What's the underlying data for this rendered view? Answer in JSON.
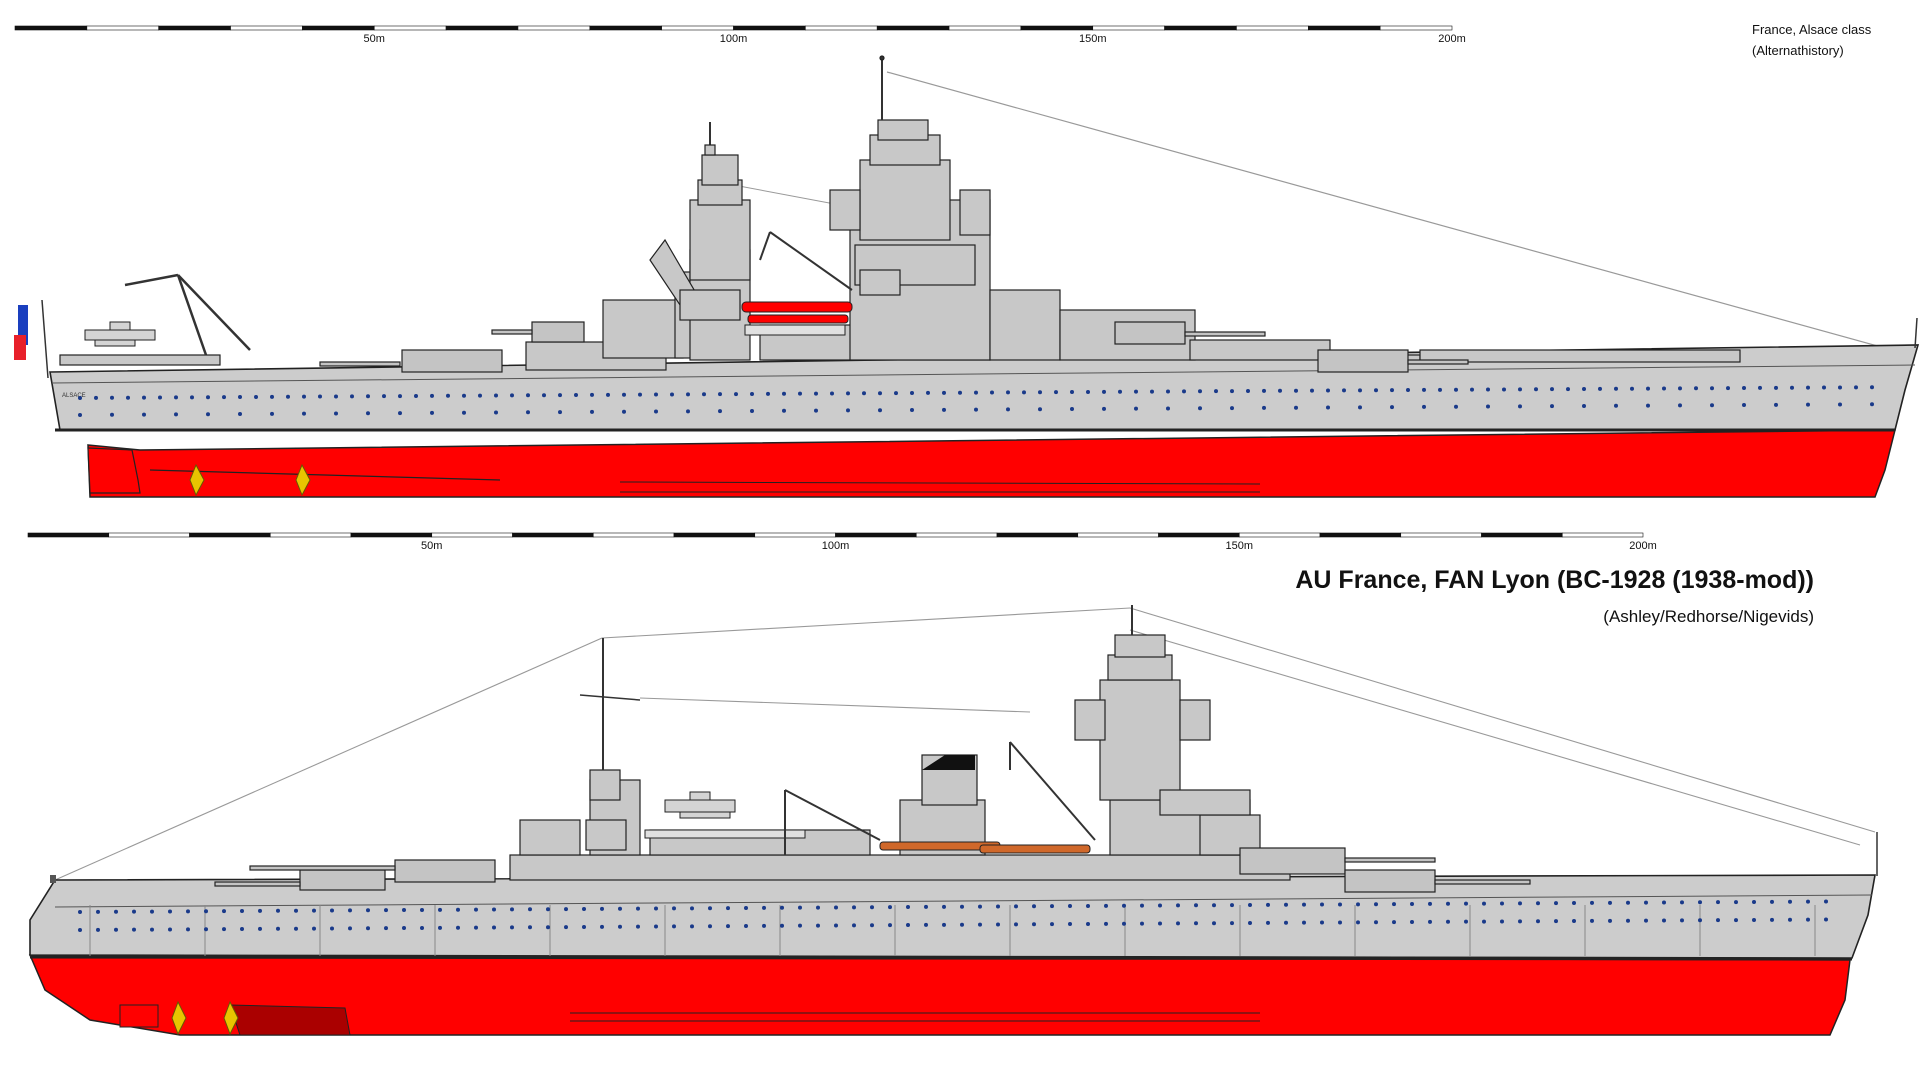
{
  "drawing_top": {
    "caption_title": "France, Alsace class",
    "caption_subtitle": "(Alternathistory)",
    "scale": {
      "labels": [
        "50m",
        "100m",
        "150m",
        "200m"
      ],
      "meters": [
        50,
        100,
        150,
        200
      ]
    },
    "nameplate": "ALSACE"
  },
  "drawing_bottom": {
    "caption_title": "AU France, FAN Lyon (BC-1928 (1938-mod))",
    "caption_subtitle": "(Ashley/Redhorse/Nigevids)",
    "scale": {
      "labels": [
        "50m",
        "100m",
        "150m",
        "200m"
      ],
      "meters": [
        50,
        100,
        150,
        200
      ]
    }
  },
  "colors": {
    "hull_gray": "#cccccc",
    "hull_red": "#ff0000",
    "superstructure": "#c8c8c8",
    "outline": "#222222",
    "porthole": "#1a3a8a",
    "propeller": "#e8c400",
    "flag_blue": "#1a3fbf",
    "flag_red": "#e8202a"
  }
}
